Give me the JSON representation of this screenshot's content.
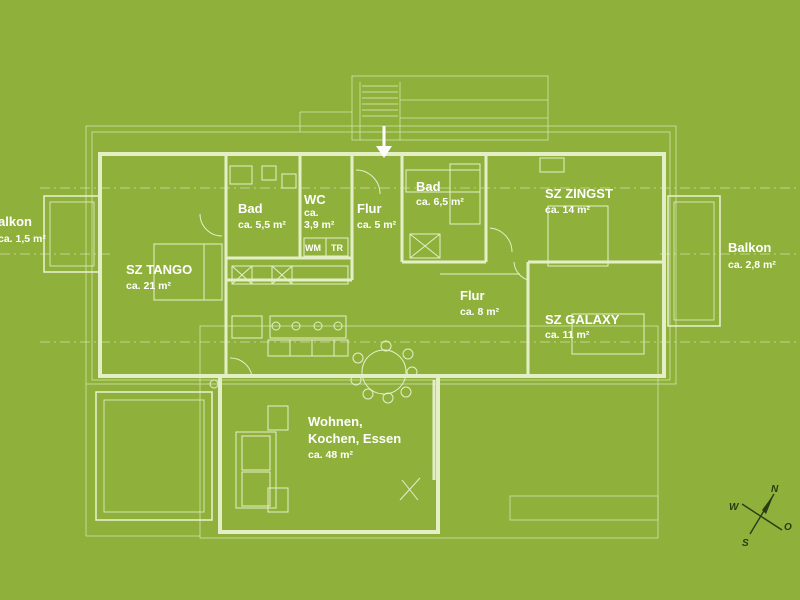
{
  "colors": {
    "background": "#8fb13c",
    "line": "#e4efc8",
    "text": "#ffffff",
    "compass": "#2b3a12"
  },
  "rooms": {
    "balkon_west": {
      "name": "alkon",
      "area": "ca. 1,5 m²"
    },
    "sz_tango": {
      "name": "SZ TANGO",
      "area": "ca. 21 m²"
    },
    "bad_1": {
      "name": "Bad",
      "area": "ca. 5,5 m²"
    },
    "wc": {
      "name": "WC",
      "area_line1": "ca.",
      "area_line2": "3,9 m²"
    },
    "wm": {
      "name": "WM"
    },
    "tr": {
      "name": "TR"
    },
    "flur_1": {
      "name": "Flur",
      "area": "ca. 5 m²"
    },
    "bad_2": {
      "name": "Bad",
      "area": "ca. 6,5 m²"
    },
    "sz_zingst": {
      "name": "SZ ZINGST",
      "area": "ca. 14 m²"
    },
    "balkon_east": {
      "name": "Balkon",
      "area": "ca. 2,8 m²"
    },
    "flur_2": {
      "name": "Flur",
      "area": "ca. 8 m²"
    },
    "sz_galaxy": {
      "name": "SZ GALAXY",
      "area": "ca. 11 m²"
    },
    "wohnen": {
      "line1": "Wohnen,",
      "line2": "Kochen, Essen",
      "area": "ca. 48 m²"
    }
  },
  "compass": {
    "n": "N",
    "o": "O",
    "s": "S",
    "w": "W",
    "icon": "compass-rose-icon",
    "arrow_icon": "entrance-arrow-icon"
  }
}
